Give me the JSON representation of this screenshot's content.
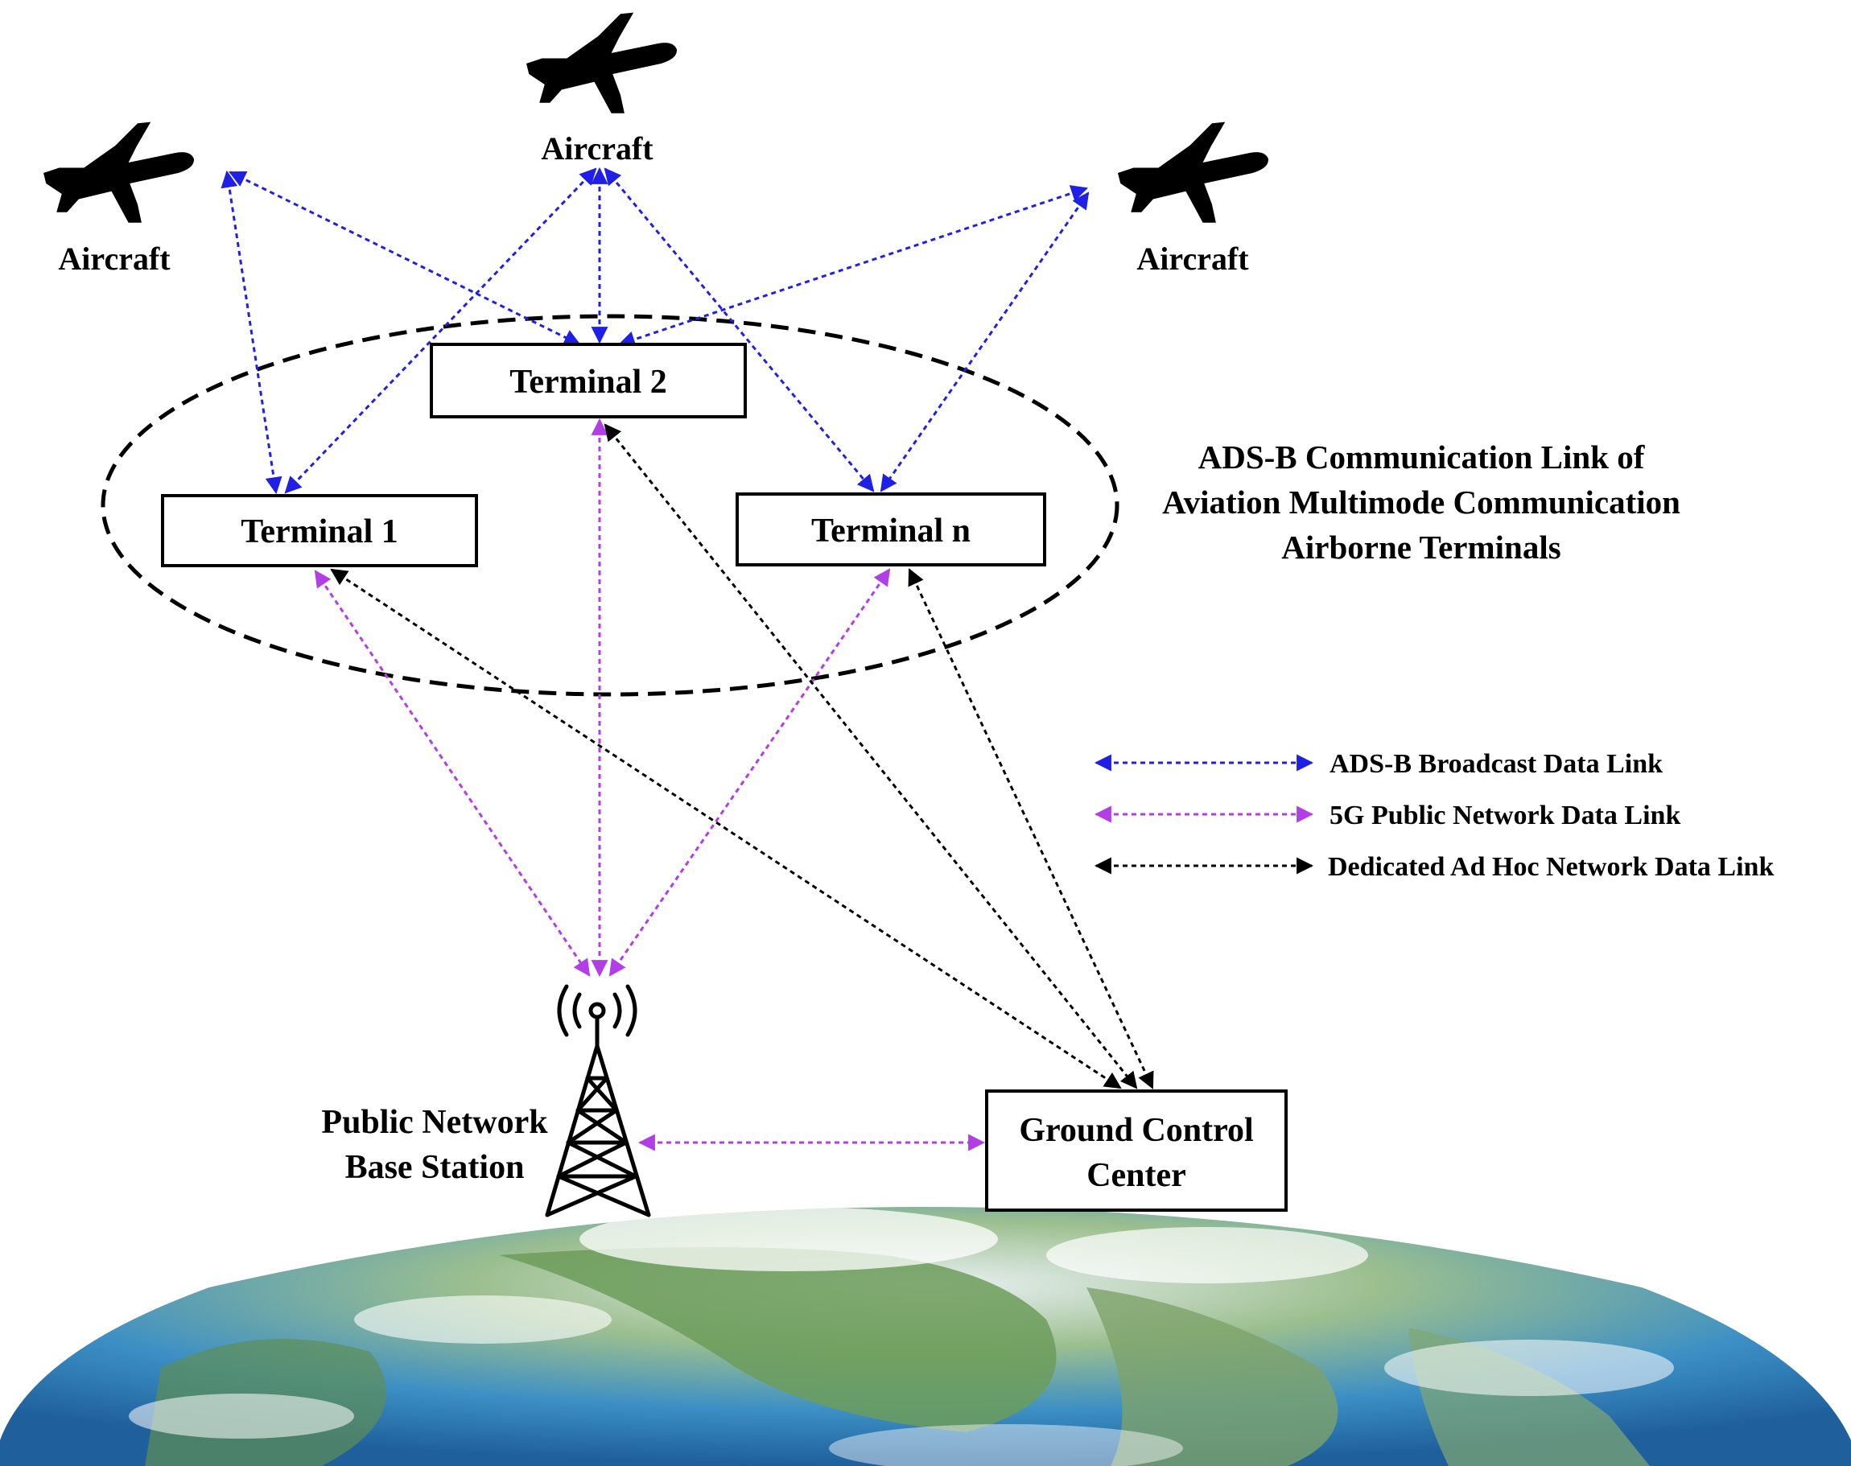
{
  "aircraft": {
    "left_label": "Aircraft",
    "top_label": "Aircraft",
    "right_label": "Aircraft"
  },
  "terminals": {
    "t1": "Terminal 1",
    "t2": "Terminal 2",
    "tn": "Terminal n"
  },
  "ellipse_caption": {
    "line1": "ADS-B Communication Link of",
    "line2": "Aviation Multimode Communication",
    "line3": "Airborne Terminals"
  },
  "legend": {
    "ads_b": "ADS-B Broadcast Data Link",
    "five_g": "5G Public Network Data Link",
    "ad_hoc": "Dedicated Ad Hoc Network Data Link"
  },
  "base_station": {
    "line1": "Public Network",
    "line2": "Base Station"
  },
  "ground_control": {
    "line1": "Ground Control",
    "line2": "Center"
  },
  "colors": {
    "ads_b": "#1f1fe6",
    "five_g": "#b23ee6",
    "ad_hoc": "#000000",
    "ocean": "#2f86c4",
    "land": "#6c9c5a"
  }
}
